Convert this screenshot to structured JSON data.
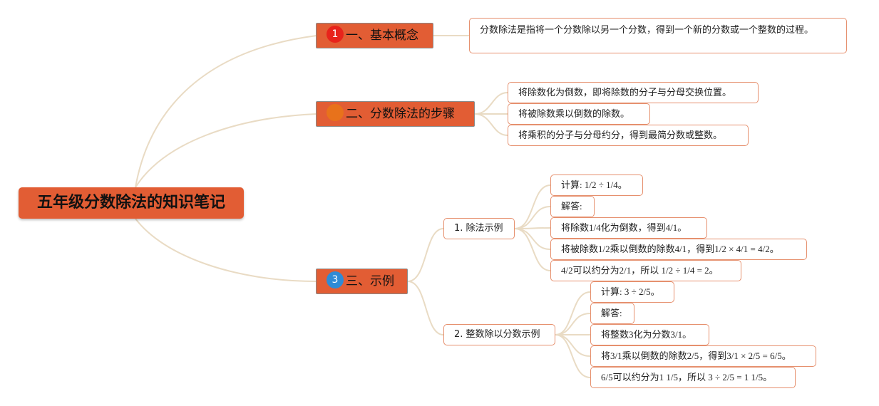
{
  "root": {
    "title": "五年级分数除法的知识笔记"
  },
  "colors": {
    "node_fill": "#e25d34",
    "badge1": "#e8231b",
    "badge2": "#e8721b",
    "badge3": "#2e8bd6",
    "link": "#e9dbc4",
    "leaf_border": "#e6906e"
  },
  "branches": [
    {
      "badge": "1",
      "label": "一、基本概念"
    },
    {
      "badge": "",
      "label": "二、分数除法的步骤"
    },
    {
      "badge": "3",
      "label": "三、示例"
    }
  ],
  "concept": {
    "text": "分数除法是指将一个分数除以另一个分数，得到一个新的分数或一个整数的过程。"
  },
  "steps": [
    "将除数化为倒数，即将除数的分子与分母交换位置。",
    "将被除数乘以倒数的除数。",
    "将乘积的分子与分母约分，得到最简分数或整数。"
  ],
  "examples": [
    {
      "label": "1. 除法示例",
      "items": [
        "计算: 1/2 ÷ 1/4。",
        "解答:",
        "将除数1/4化为倒数，得到4/1。",
        "将被除数1/2乘以倒数的除数4/1，得到1/2 × 4/1 = 4/2。",
        "4/2可以约分为2/1，所以 1/2 ÷ 1/4 = 2。"
      ]
    },
    {
      "label": "2. 整数除以分数示例",
      "items": [
        "计算: 3 ÷ 2/5。",
        "解答:",
        "将整数3化为分数3/1。",
        "将3/1乘以倒数的除数2/5，得到3/1 × 2/5 = 6/5。",
        "6/5可以约分为1 1/5，所以 3 ÷ 2/5 = 1 1/5。"
      ]
    }
  ]
}
